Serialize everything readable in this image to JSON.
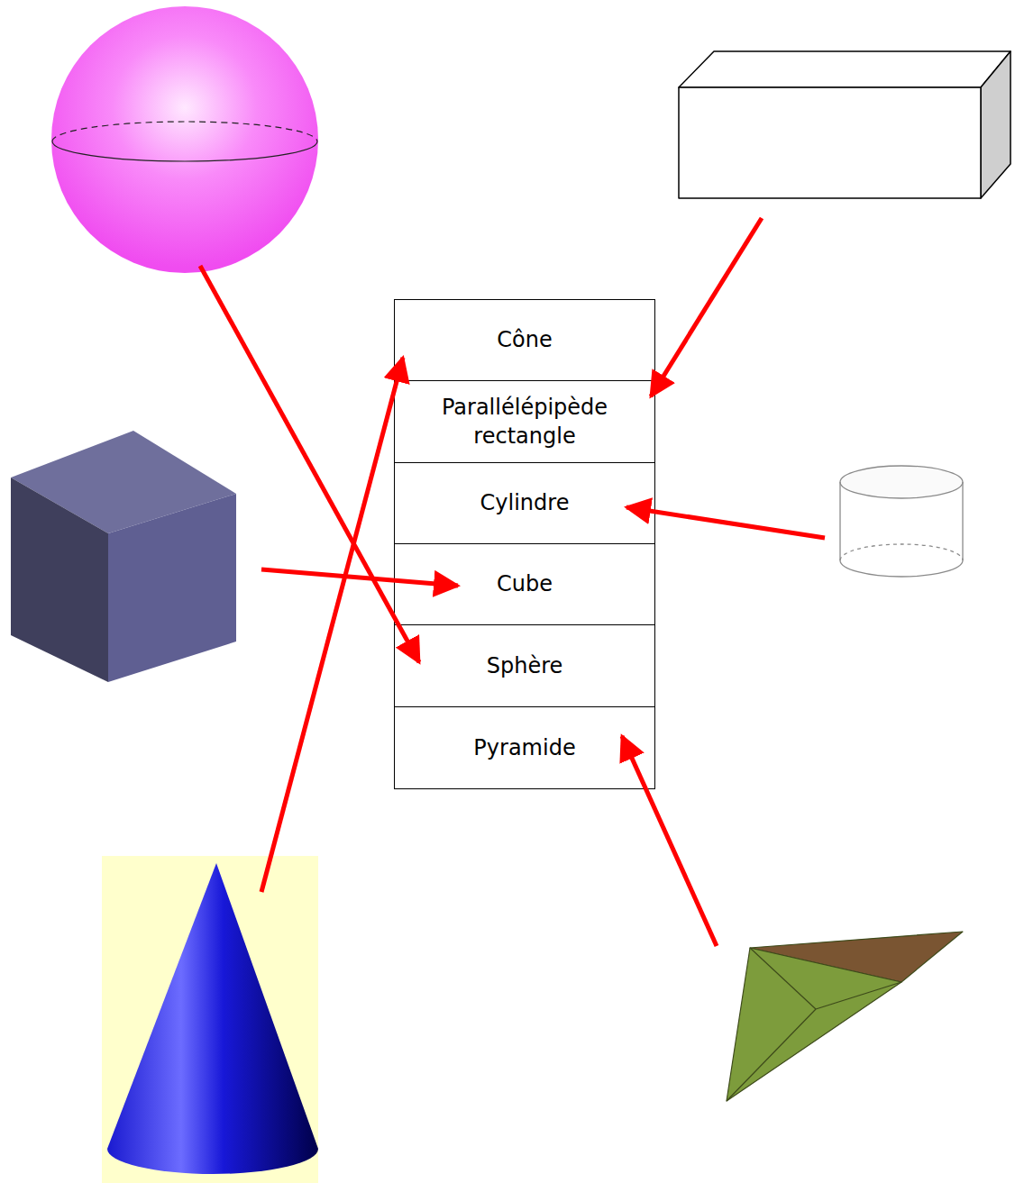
{
  "diagram": {
    "nodes": [
      {
        "text": [
          "Cône"
        ]
      },
      {
        "text": [
          "Parallélépipède rectangle"
        ]
      },
      {
        "text": [
          "Cylindre"
        ]
      },
      {
        "text": [
          "Cube"
        ]
      },
      {
        "text": [
          "Sphère"
        ]
      },
      {
        "text": [
          "Pyramide"
        ]
      }
    ]
  }
}
